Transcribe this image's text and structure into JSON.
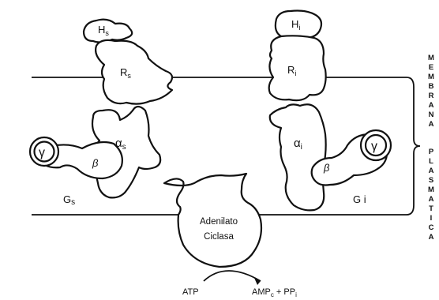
{
  "diagram": {
    "hormone_s": {
      "main": "H",
      "sub": "s"
    },
    "hormone_i": {
      "main": "H",
      "sub": "i"
    },
    "receptor_s": {
      "main": "R",
      "sub": "s"
    },
    "receptor_i": {
      "main": "R",
      "sub": "i"
    },
    "gamma_left": "γ",
    "gamma_right": "γ",
    "beta_left": "β",
    "beta_right": "β",
    "alpha_s": {
      "main": "α",
      "sub": "s"
    },
    "alpha_i": {
      "main": "α",
      "sub": "i"
    },
    "g_s": {
      "main": "G",
      "sub": "s"
    },
    "g_i": "G i",
    "enzyme_line1": "Adenilato",
    "enzyme_line2": "Ciclasa",
    "substrate": "ATP",
    "product": {
      "a": "AMP",
      "a_sub": "c",
      "b": " + PP",
      "b_sub": "i"
    },
    "membrane_label": [
      "M",
      "E",
      "M",
      "B",
      "R",
      "A",
      "N",
      "A",
      "P",
      "L",
      "A",
      "S",
      "M",
      "A",
      "T",
      "I",
      "C",
      "A"
    ]
  }
}
